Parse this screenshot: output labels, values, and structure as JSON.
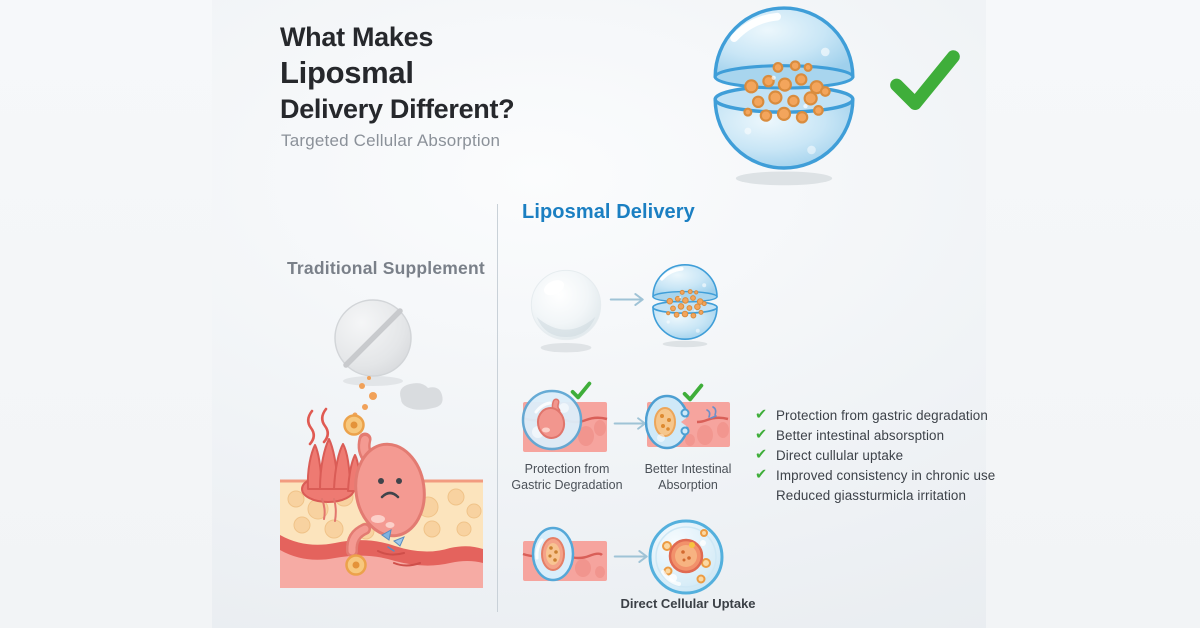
{
  "header": {
    "title_lines": [
      "What Makes",
      "Liposmal",
      "Delivery Different?"
    ],
    "subtitle": "Targeted Cellular Absorption"
  },
  "traditional": {
    "heading": "Traditional Supplement"
  },
  "liposomal": {
    "heading": "Liposmal Delivery",
    "step_labels": {
      "gastric_line1": "Protection from",
      "gastric_line2": "Gastric Degradation",
      "intestinal_line1": "Better Intestinal",
      "intestinal_line2": "Absorption",
      "cellular": "Direct Cellular Uptake"
    },
    "benefits": [
      {
        "label": "Protection from gastric degradation",
        "checked": true
      },
      {
        "label": "Better intestinal absorsption",
        "checked": true
      },
      {
        "label": "Direct cullular uptake",
        "checked": true
      },
      {
        "label": "Improved consistency in chronic use",
        "checked": true
      },
      {
        "label": "Reduced giassturmicla irritation",
        "checked": false
      }
    ]
  },
  "icons": {
    "check_glyph": "✔"
  },
  "colors": {
    "accent_blue": "#1b7fc2",
    "check_green": "#3fae3a",
    "liposome_blue": "#3f9ed8",
    "particle_orange": "#f0a050",
    "tissue_pink": "#f6a49e",
    "title_dark": "#26282c",
    "muted_gray": "#7a8089"
  }
}
